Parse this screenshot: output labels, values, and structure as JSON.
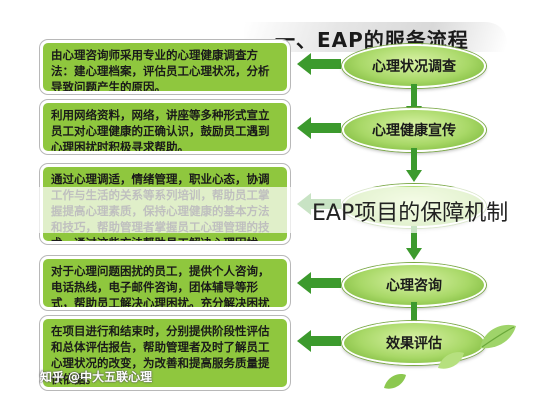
{
  "header": {
    "title": "一、EAP的服务流程"
  },
  "steps": [
    {
      "label": "心理状况调查",
      "desc": "由心理咨询师采用专业的心理健康调查方法：建心理档案，评估员工心理状况，分析导致问题产生的原因。"
    },
    {
      "label": "心理健康宣传",
      "desc": "利用网络资料，网络，讲座等多种形式宣立员工对心理健康的正确认识，鼓励员工遇到心理困扰时积极寻求帮助。"
    },
    {
      "label": "",
      "desc": "通过心理调适，情绪管理，职业心态，协调工作与生活的关系等系列培训，帮助员工掌握提高心理素质，保持心理健康的基本方法和技巧，帮助管理者掌握员工心理管理的技术，通过这些方法帮助员工解决心理困扰。"
    },
    {
      "label": "心理咨询",
      "desc": "对于心理问题困扰的员工，提供个人咨询，电话热线，电子邮件咨询，团体辅导等形式，帮助员工解决心理困扰。充分解决困扰员工的心理问题。"
    },
    {
      "label": "效果评估",
      "desc": "在项目进行和结束时，分别提供阶段性评估和总体评估报告，帮助管理者及时了解员工心理状况的改变，为改善和提高服务质量提供依据。"
    }
  ],
  "overlay": {
    "text": "EAP项目的保障机制"
  },
  "watermark": {
    "text": "知乎 @中大五联心理"
  },
  "colors": {
    "box_green": "#8fc73e",
    "arrow_green": "#3c9a2d"
  }
}
